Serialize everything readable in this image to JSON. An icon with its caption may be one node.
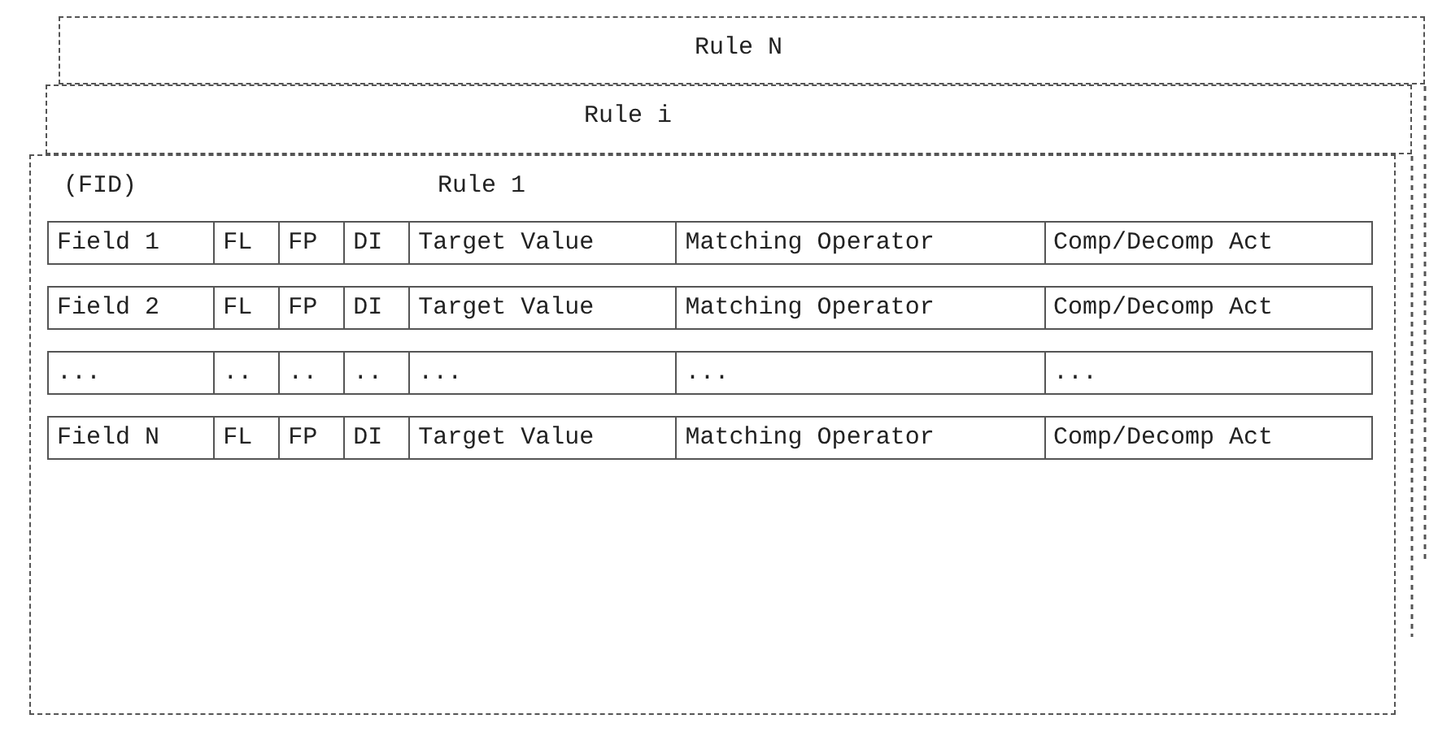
{
  "diagram": {
    "nodes": [
      {
        "text": [
          "Rule N"
        ]
      },
      {
        "text": [
          "Rule i"
        ]
      },
      {
        "text": [
          "(FID)",
          "Rule 1"
        ]
      }
    ],
    "labels": [
      "Field 1",
      "FL",
      "FP",
      "DI",
      "Target Value",
      "Matching Operator",
      "Comp/Decomp Act",
      "Field 2",
      "FL",
      "FP",
      "DI",
      "Target Value",
      "Matching Operator",
      "Comp/Decomp Act",
      "...",
      "..",
      "..",
      "..",
      "...",
      "...",
      "...",
      "Field N",
      "FL",
      "FP",
      "DI",
      "Target Value",
      "Matching Operator",
      "Comp/Decomp Act"
    ]
  }
}
